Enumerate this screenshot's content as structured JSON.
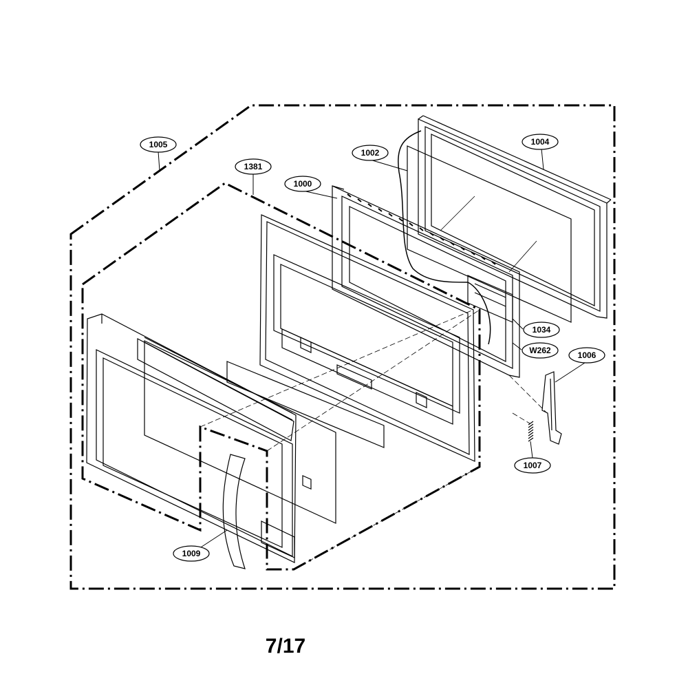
{
  "callouts": [
    {
      "id": "c1005",
      "label": "1005"
    },
    {
      "id": "c1381",
      "label": "1381"
    },
    {
      "id": "c1000",
      "label": "1000"
    },
    {
      "id": "c1002",
      "label": "1002"
    },
    {
      "id": "c1004",
      "label": "1004"
    },
    {
      "id": "c1034",
      "label": "1034"
    },
    {
      "id": "cW262",
      "label": "W262"
    },
    {
      "id": "c1006",
      "label": "1006"
    },
    {
      "id": "c1007",
      "label": "1007"
    },
    {
      "id": "c1009",
      "label": "1009"
    }
  ],
  "page_number": "7/17"
}
